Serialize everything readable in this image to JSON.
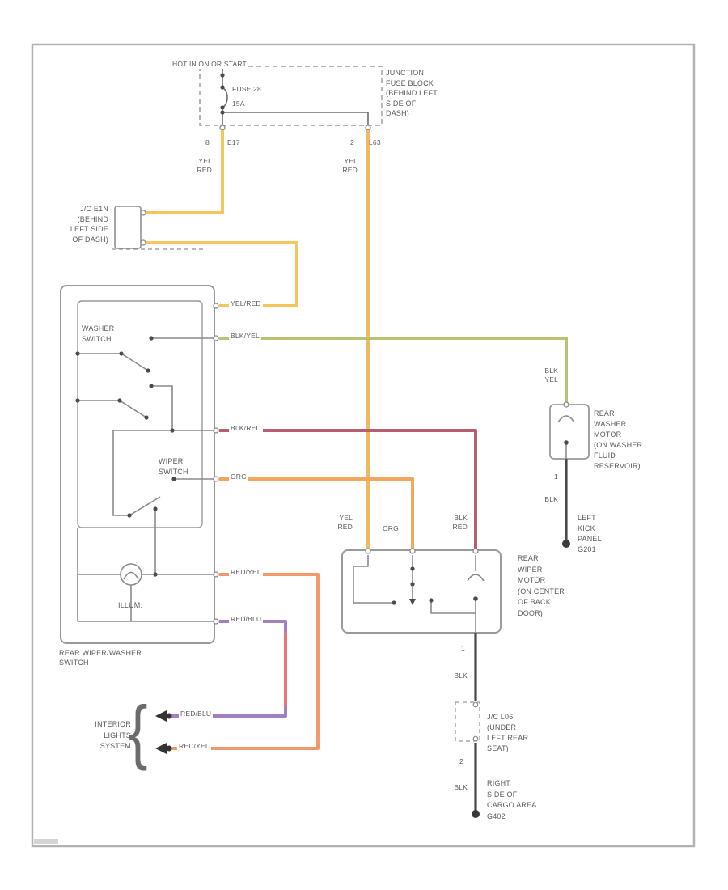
{
  "power": {
    "hot": "HOT IN ON OR START",
    "fuse_name": "FUSE 28",
    "fuse_rating": "15A",
    "block": "JUNCTION\nFUSE BLOCK\n(BEHIND LEFT\nSIDE OF\nDASH)",
    "pin_left": "8",
    "conn_left": "E17",
    "pin_right": "2",
    "conn_right": "L63"
  },
  "wires": {
    "yel_red": "YEL/RED",
    "yel_red_stack": "YEL\nRED",
    "blk_yel": "BLK/YEL",
    "blk_yel_stack": "BLK\nYEL",
    "blk_red": "BLK/RED",
    "blk_red_stack": "BLK\nRED",
    "org": "ORG",
    "red_yel": "RED/YEL",
    "red_blu": "RED/BLU",
    "blk": "BLK"
  },
  "jc_e1n": "J/C E1N\n(BEHIND\nLEFT SIDE\nOF DASH)",
  "jc_l06": "J/C L06\n(UNDER\nLEFT REAR\nSEAT)",
  "switch_box": {
    "washer": "WASHER\nSWITCH",
    "wiper": "WIPER\nSWITCH",
    "illum": "ILLUM.",
    "name": "REAR WIPER/WASHER\nSWITCH"
  },
  "washer_motor": {
    "label": "REAR\nWASHER\nMOTOR\n(ON WASHER\nFLUID\nRESERVOIR)",
    "pin": "1",
    "ground": "LEFT\nKICK\nPANEL\nG201"
  },
  "wiper_motor": {
    "label": "REAR\nWIPER\nMOTOR\n(ON CENTER\nOF BACK\nDOOR)",
    "pin1": "1",
    "pin2": "2",
    "ground": "RIGHT\nSIDE OF\nCARGO AREA\nG402"
  },
  "interior": {
    "label": "INTERIOR\nLIGHTS\nSYSTEM",
    "brace": "{"
  },
  "colors": {
    "yellow": "#f5c55e",
    "yellow2": "#f2b964",
    "green": "#b9c173",
    "crimson": "#b65f70",
    "orange": "#f3a75c",
    "salmon": "#f2996b",
    "purple": "#a27fc0",
    "red": "#ee7472",
    "black_wire": "#4a4a4a"
  }
}
